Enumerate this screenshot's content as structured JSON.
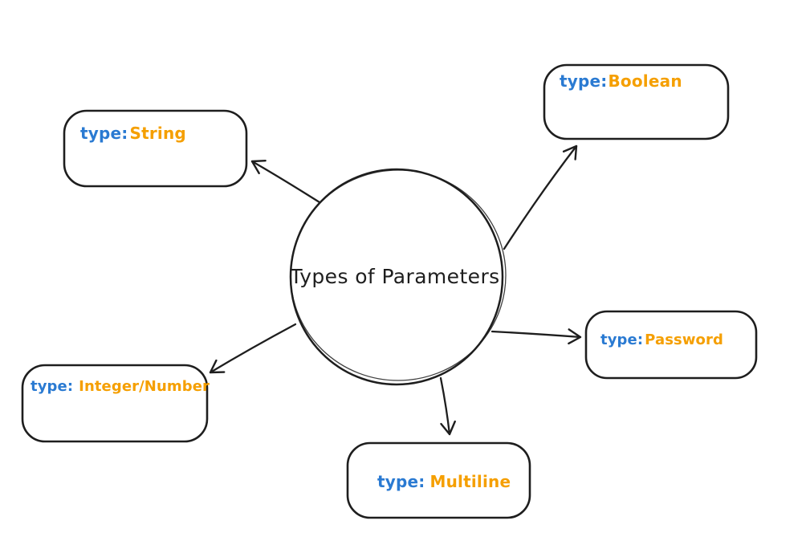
{
  "canvas": {
    "background": "#ffffff"
  },
  "colors": {
    "stroke": "#1e1e1e",
    "type_prefix": "#2a7ad2",
    "type_value": "#f59f00"
  },
  "center_node": {
    "label": "Types of Parameters"
  },
  "nodes": [
    {
      "id": "string",
      "prefix": "type:",
      "value": "String",
      "position": "top-left"
    },
    {
      "id": "boolean",
      "prefix": "type:",
      "value": "Boolean",
      "position": "top-right"
    },
    {
      "id": "password",
      "prefix": "type:",
      "value": "Password",
      "position": "right"
    },
    {
      "id": "integer-number",
      "prefix": "type:",
      "value": "Integer/Number",
      "position": "bottom-left"
    },
    {
      "id": "multiline",
      "prefix": "type:",
      "value": "Multiline",
      "position": "bottom"
    }
  ]
}
